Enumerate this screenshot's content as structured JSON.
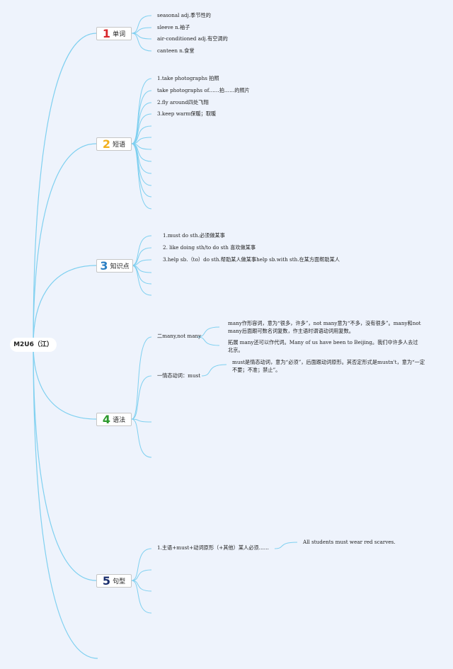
{
  "root": "M2U6（江）",
  "topics": [
    {
      "num": "1",
      "label": "单词",
      "color": "#d8262b",
      "items": [
        "seasonal adj.季节性的",
        "sleeve n.袖子",
        "air-conditioned adj.有空调的",
        "canteen n.食堂"
      ]
    },
    {
      "num": "2",
      "label": "短语",
      "color": "#f2b01e",
      "items": [
        "1.take photographs 拍照",
        "take photographs of……拍……的照片",
        "2.fly around四处飞翔",
        "3.keep warm保暖；取暖"
      ]
    },
    {
      "num": "3",
      "label": "知识点",
      "color": "#2a7fc4",
      "items": [
        "1.must do sth.必须做某事",
        "2. like doing sth/to do sth 喜欢做某事",
        "3.help sb.（to）do sth.帮助某人做某事help sb.with sth.在某方面帮助某人"
      ]
    },
    {
      "num": "4",
      "label": "语法",
      "color": "#2e9a2e",
      "sub1": {
        "label": "二many,not many",
        "items": [
          "many作形容词，意为“很多，许多”，not many意为“不多，没有很多”。many和not many后面跟可数名词复数，作主语时谓语动词用复数。",
          "拓展 many还可以作代词。Many of us have been to Beijing。我们中许多人去过北京。"
        ]
      },
      "sub2": {
        "label": "一情态动词：must",
        "items": [
          "must是情态动词，意为“必须”，后面跟动词原形。其否定形式是mustn't，意为“一定不要；不准；禁止”。"
        ]
      }
    },
    {
      "num": "5",
      "label": "句型",
      "color": "#1b2f6e",
      "sub1": {
        "label": "1.主语+must+动词原形（+其他）某人必须……",
        "items": [
          "All students must wear red scarves."
        ]
      }
    }
  ]
}
